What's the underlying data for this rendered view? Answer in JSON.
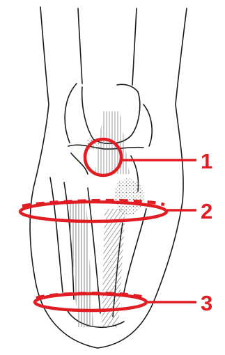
{
  "colors": {
    "background": "#ffffff",
    "ink": "#1a1a1a",
    "highlight": "#e11d24",
    "shading": "#8a8a8a"
  },
  "callouts": [
    {
      "label": "1",
      "shape": "circle",
      "style": "solid"
    },
    {
      "label": "2",
      "shape": "ellipse",
      "style": "dashed-top"
    },
    {
      "label": "3",
      "shape": "ellipse",
      "style": "dashed-top"
    }
  ]
}
